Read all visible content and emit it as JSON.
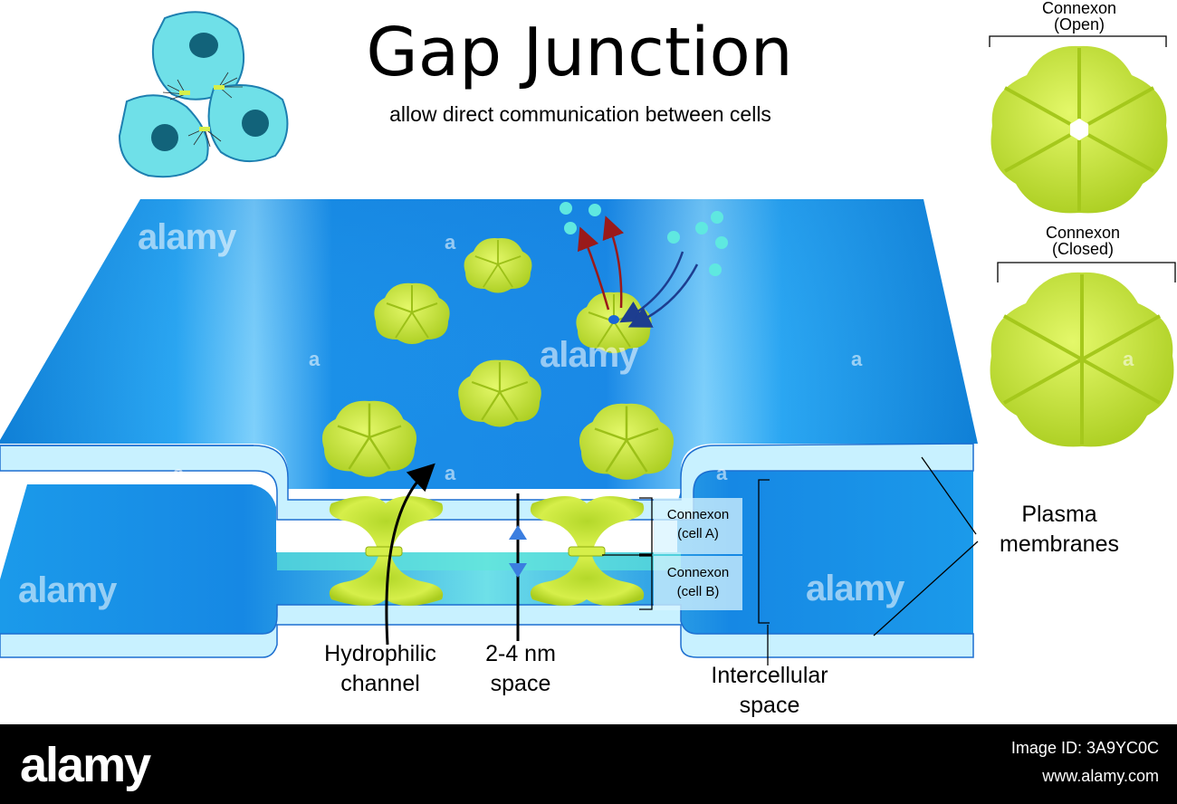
{
  "title": "Gap Junction",
  "subtitle": "allow direct communication between cells",
  "connexon_open": {
    "line1": "Connexon",
    "line2": "(Open)"
  },
  "connexon_closed": {
    "line1": "Connexon",
    "line2": "(Closed)"
  },
  "labels": {
    "plasma_1": "Plasma",
    "plasma_2": "membranes",
    "hydro_1": "Hydrophilic",
    "hydro_2": "channel",
    "space_1": "2-4 nm",
    "space_2": "space",
    "inter_1": "Intercellular",
    "inter_2": "space",
    "cxa_1": "Connexon",
    "cxa_2": "(cell A)",
    "cxb_1": "Connexon",
    "cxb_2": "(cell B)"
  },
  "watermark": {
    "word": "alamy",
    "letter": "a"
  },
  "footer": {
    "logo": "alamy",
    "image_id": "Image ID: 3A9YC0C",
    "url": "www.alamy.com"
  },
  "colors": {
    "membrane": "#1e90ee",
    "membrane_light": "#b7ecff",
    "connexon": "#c8e83a",
    "background": "#ffffff"
  }
}
